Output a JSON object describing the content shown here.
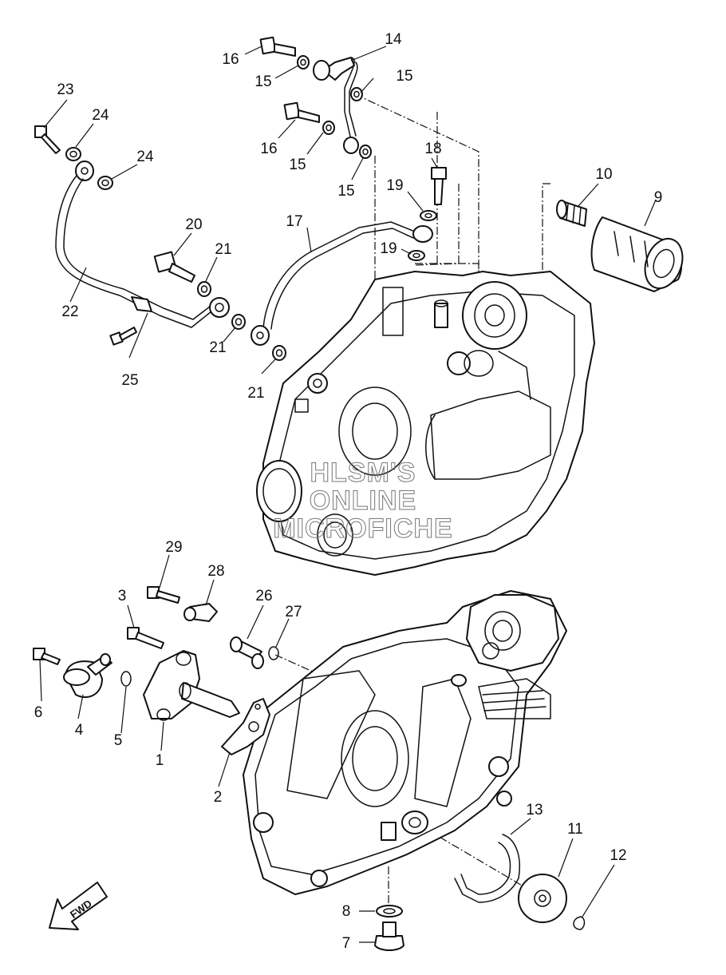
{
  "callouts": {
    "1": "1",
    "2": "2",
    "3": "3",
    "4": "4",
    "5": "5",
    "6": "6",
    "7": "7",
    "8": "8",
    "9": "9",
    "10": "10",
    "11": "11",
    "12": "12",
    "13": "13",
    "14": "14",
    "15": "15",
    "16": "16",
    "17": "17",
    "18": "18",
    "19": "19",
    "20": "20",
    "21": "21",
    "22": "22",
    "23": "23",
    "24": "24",
    "25": "25",
    "26": "26",
    "27": "27",
    "28": "28",
    "29": "29"
  },
  "watermark": {
    "line1": "HLSM'S",
    "line2": "ONLINE",
    "line3": "MICROFICHE"
  },
  "direction_arrow": {
    "label": "FWD",
    "icon": "fwd-arrow-icon"
  }
}
